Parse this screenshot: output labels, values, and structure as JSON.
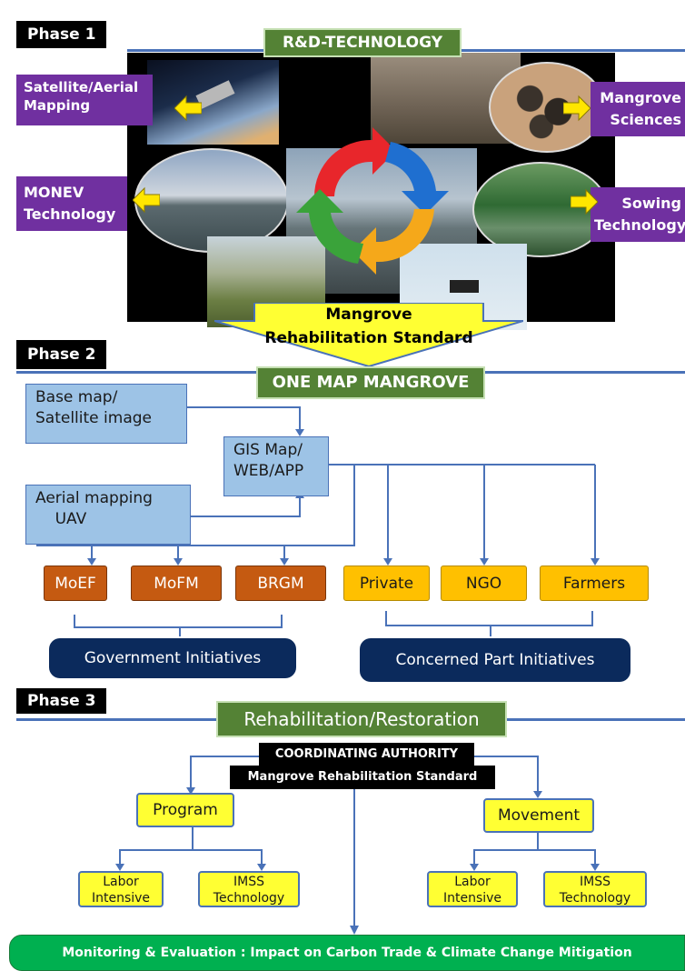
{
  "phase1": {
    "label": "Phase 1",
    "title": "R&D-TECHNOLOGY",
    "left_items": [
      "Satellite/Aerial\nMapping",
      "MONEV\nTechnology"
    ],
    "right_items": [
      "Mangrove\nSciences",
      "Sowing\nTechnology"
    ],
    "output_line1": "Mangrove",
    "output_line2": "Rehabilitation Standard"
  },
  "phase2": {
    "label": "Phase 2",
    "title": "ONE MAP MANGROVE",
    "base_map": "Base map/\nSatellite image",
    "gis_map": "GIS Map/\nWEB/APP",
    "aerial": "Aerial mapping\n    UAV",
    "gov_agencies": [
      "MoEF",
      "MoFM",
      "BRGM"
    ],
    "other_parties": [
      "Private",
      "NGO",
      "Farmers"
    ],
    "gov_group": "Government Initiatives",
    "concerned_group": "Concerned Part Initiatives"
  },
  "phase3": {
    "label": "Phase 3",
    "title": "Rehabilitation/Restoration",
    "authority": "COORDINATING AUTHORITY",
    "standard": "Mangrove Rehabilitation Standard",
    "program": "Program",
    "movement": "Movement",
    "labor": "Labor\nIntensive",
    "imss": "IMSS\nTechnology",
    "monitoring": "Monitoring & Evaluation : Impact on Carbon Trade & Climate Change Mitigation"
  },
  "colors": {
    "rule_blue": "#4a72b8",
    "title_green": "#548235",
    "purple": "#7030a0",
    "light_blue": "#9dc3e6",
    "rust": "#c55a11",
    "gold": "#ffc000",
    "navy": "#0b2a5c",
    "yellow": "#ffff33",
    "monitor_green": "#00b050"
  }
}
